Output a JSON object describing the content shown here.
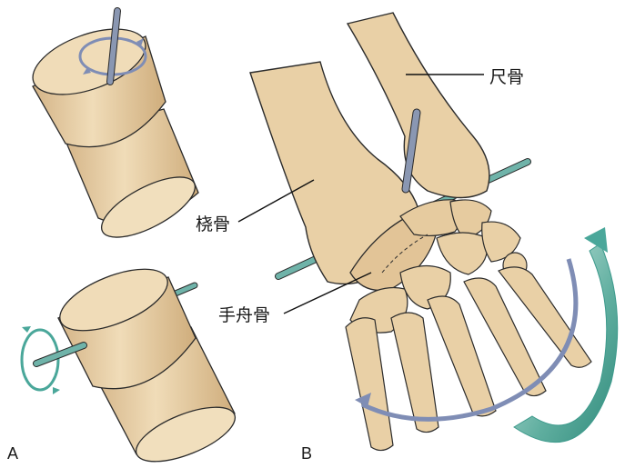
{
  "panels": {
    "a": "A",
    "b": "B"
  },
  "labels": {
    "ulna": "尺骨",
    "radius": "桡骨",
    "scaphoid": "手舟骨"
  },
  "colors": {
    "bone": "#e9d0a6",
    "bone_dark": "#d2b484",
    "outline": "#2b2b2b",
    "pin_grey": "#8a97b2",
    "pin_teal": "#6fb3a9",
    "arrow_blue": "#7f8db5",
    "arrow_teal": "#4aa79a"
  }
}
